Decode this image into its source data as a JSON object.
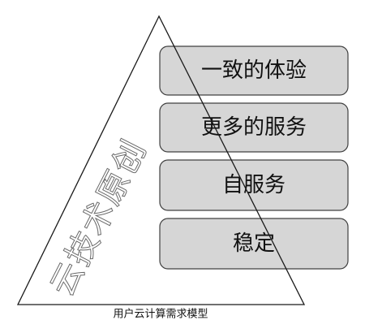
{
  "diagram": {
    "layers": [
      "一致的体验",
      "更多的服务",
      "自服务",
      "稳定"
    ],
    "side_label": "云技术原创",
    "caption": "用户云计算需求模型"
  }
}
